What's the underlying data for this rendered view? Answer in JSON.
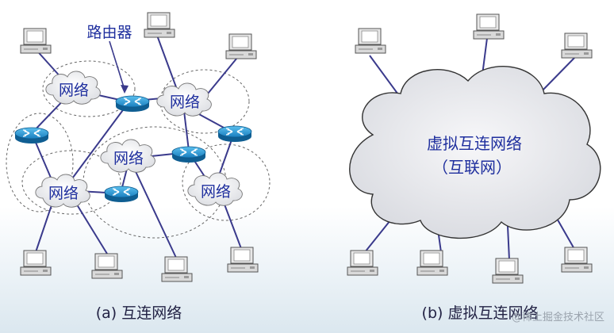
{
  "diagram_a": {
    "router_label": "路由器",
    "network_label": "网络",
    "caption": "(a) 互连网络"
  },
  "diagram_b": {
    "cloud_line1": "虚拟互连网络",
    "cloud_line2": "（互联网）",
    "caption": "(b) 虚拟互连网络"
  },
  "watermark": "@稀土掘金技术社区",
  "colors": {
    "link": "#3a3a8c",
    "router": "#1e7fb8",
    "cloud_fill": "#ededf0",
    "text": "#1f2f9e"
  }
}
